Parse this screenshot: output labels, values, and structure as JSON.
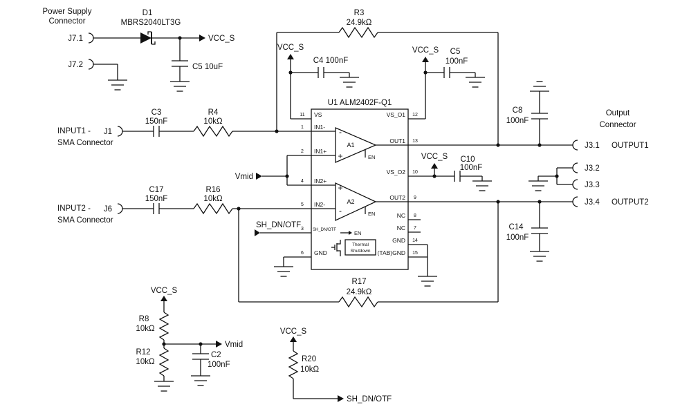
{
  "schematic": {
    "colors": {
      "ink": "#111111",
      "background": "#ffffff"
    },
    "power": {
      "title1": "Power Supply",
      "title2": "Connector",
      "j71": "J7.1",
      "j72": "J7.2",
      "d1": "D1",
      "d1_part": "MBRS2040LT3G",
      "vccs": "VCC_S",
      "c5": "C5 10uF"
    },
    "r3": {
      "ref": "R3",
      "val": "24.9kΩ"
    },
    "r17": {
      "ref": "R17",
      "val": "24.9kΩ"
    },
    "decoupling": {
      "vccs_vs": "VCC_S",
      "c4": "C4 100nF",
      "vccs_o1": "VCC_S",
      "c5_ref": "C5",
      "c5_val": "100nF",
      "vccs_o2": "VCC_S",
      "c10_ref": "C10",
      "c10_val": "100nF"
    },
    "ic": {
      "title": "U1 ALM2402F-Q1",
      "a1": "A1",
      "a2": "A2",
      "plus": "+",
      "minus": "-",
      "en": "EN",
      "thermal1": "Thermal",
      "thermal2": "Shutdown",
      "pins_left": [
        {
          "num": "11",
          "name": "VS"
        },
        {
          "num": "1",
          "name": "IN1-"
        },
        {
          "num": "2",
          "name": "IN1+"
        },
        {
          "num": "4",
          "name": "IN2+"
        },
        {
          "num": "5",
          "name": "IN2-"
        },
        {
          "num": "3",
          "name": "SH_DN/OTF"
        },
        {
          "num": "6",
          "name": "GND"
        }
      ],
      "pins_right": [
        {
          "num": "12",
          "name": "VS_O1"
        },
        {
          "num": "13",
          "name": "OUT1"
        },
        {
          "num": "10",
          "name": "VS_O2"
        },
        {
          "num": "9",
          "name": "OUT2"
        },
        {
          "num": "8",
          "name": "NC"
        },
        {
          "num": "7",
          "name": "NC"
        },
        {
          "num": "14",
          "name": "GND"
        },
        {
          "num": "15",
          "name": "(TAB)GND"
        }
      ]
    },
    "input1": {
      "label": "INPUT1 -",
      "sub": "SMA Connector",
      "jref": "J1",
      "cref": "C3",
      "cval": "150nF",
      "rref": "R4",
      "rval": "10kΩ"
    },
    "input2": {
      "label": "INPUT2 -",
      "sub": "SMA Connector",
      "jref": "J6",
      "cref": "C17",
      "cval": "150nF",
      "rref": "R16",
      "rval": "10kΩ"
    },
    "nets": {
      "vmid": "Vmid",
      "sh": "SH_DN/OTF"
    },
    "output": {
      "title1": "Output",
      "title2": "Connector",
      "j31": "J3.1",
      "out1": "OUTPUT1",
      "j32": "J3.2",
      "j33": "J3.3",
      "j34": "J3.4",
      "out2": "OUTPUT2",
      "c8_ref": "C8",
      "c8_val": "100nF",
      "c14_ref": "C14",
      "c14_val": "100nF"
    },
    "divider": {
      "vccs": "VCC_S",
      "r8": "R8",
      "r8_val": "10kΩ",
      "r12": "R12",
      "r12_val": "10kΩ",
      "c2": "C2",
      "c2_val": "100nF",
      "vmid": "Vmid"
    },
    "shutdown": {
      "vccs": "VCC_S",
      "r20": "R20",
      "r20_val": "10kΩ",
      "net": "SH_DN/OTF"
    }
  }
}
